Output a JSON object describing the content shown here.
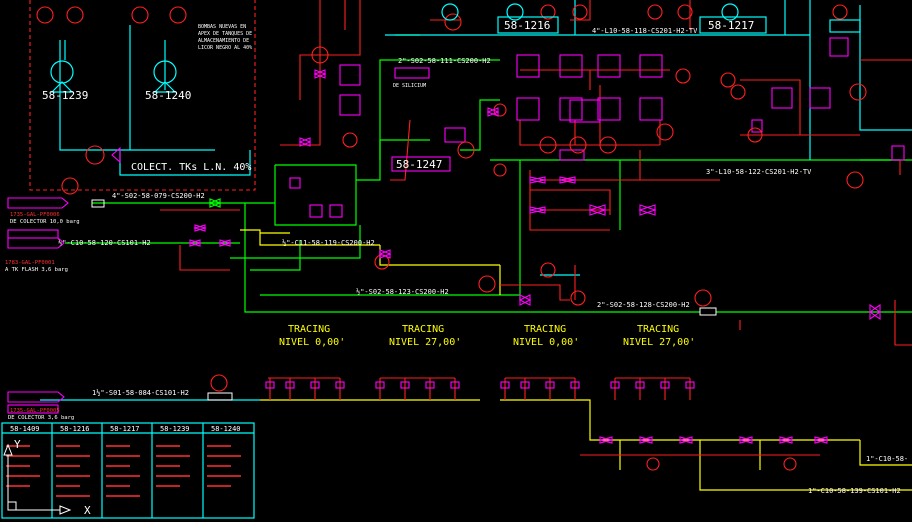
{
  "drawing": {
    "equipment": [
      {
        "tag": "58-1239"
      },
      {
        "tag": "58-1240"
      },
      {
        "tag": "58-1216"
      },
      {
        "tag": "58-1217"
      },
      {
        "tag": "58-1247"
      }
    ],
    "collector_label": "COLECT. TKs L.N. 40%",
    "note_block": [
      "BOMBAS NUEVAS EN",
      "APEX DE TANQUES DE",
      "ALMACENAMIENTO DE",
      "LICOR NEGRO AL 40%"
    ],
    "lines": {
      "l1": "4\"-S02-58-079-CS200-H2",
      "l2": "½\"-C10-58-120-CS101-H2",
      "l3": "½\"-C11-58-119-CS200-H2",
      "l4": "2\"-S02-58-111-CS200-H2",
      "l5": "4\"-L10-58-118-CS201-H2-TV",
      "l6": "3\"-L10-58-122-CS201-H2-TV",
      "l7": "½\"-S02-58-123-CS200-H2",
      "l8": "2\"-S02-58-128-CS200-H2",
      "l9": "1½\"-S01-58-084-CS101-H2",
      "l10": "1\"-C10-58-139-CS101-H2",
      "l11": "1\"-C10-58-"
    },
    "tracing": [
      {
        "title": "TRACING",
        "level": "NIVEL 0,00'"
      },
      {
        "title": "TRACING",
        "level": "NIVEL 27,00'"
      },
      {
        "title": "TRACING",
        "level": "NIVEL 0,00'"
      },
      {
        "title": "TRACING",
        "level": "NIVEL 27,00'"
      }
    ],
    "offpage": {
      "a_code": "1735-GAL-PF0006",
      "a_text": "DE COLECTOR 10,0 barg",
      "b_code": "1783-GAL-PF0001",
      "b_text": "A TK FLASH 3,6 barg",
      "c_code": "1735-GAL-PF0005",
      "c_text": "DE COLECTOR 3,6 barg",
      "d_text": "DE SILICIUM"
    },
    "table_headers": [
      "58-1409",
      "58-1216",
      "58-1217",
      "58-1239",
      "58-1240"
    ],
    "ucs": {
      "x": "X",
      "y": "Y"
    }
  }
}
